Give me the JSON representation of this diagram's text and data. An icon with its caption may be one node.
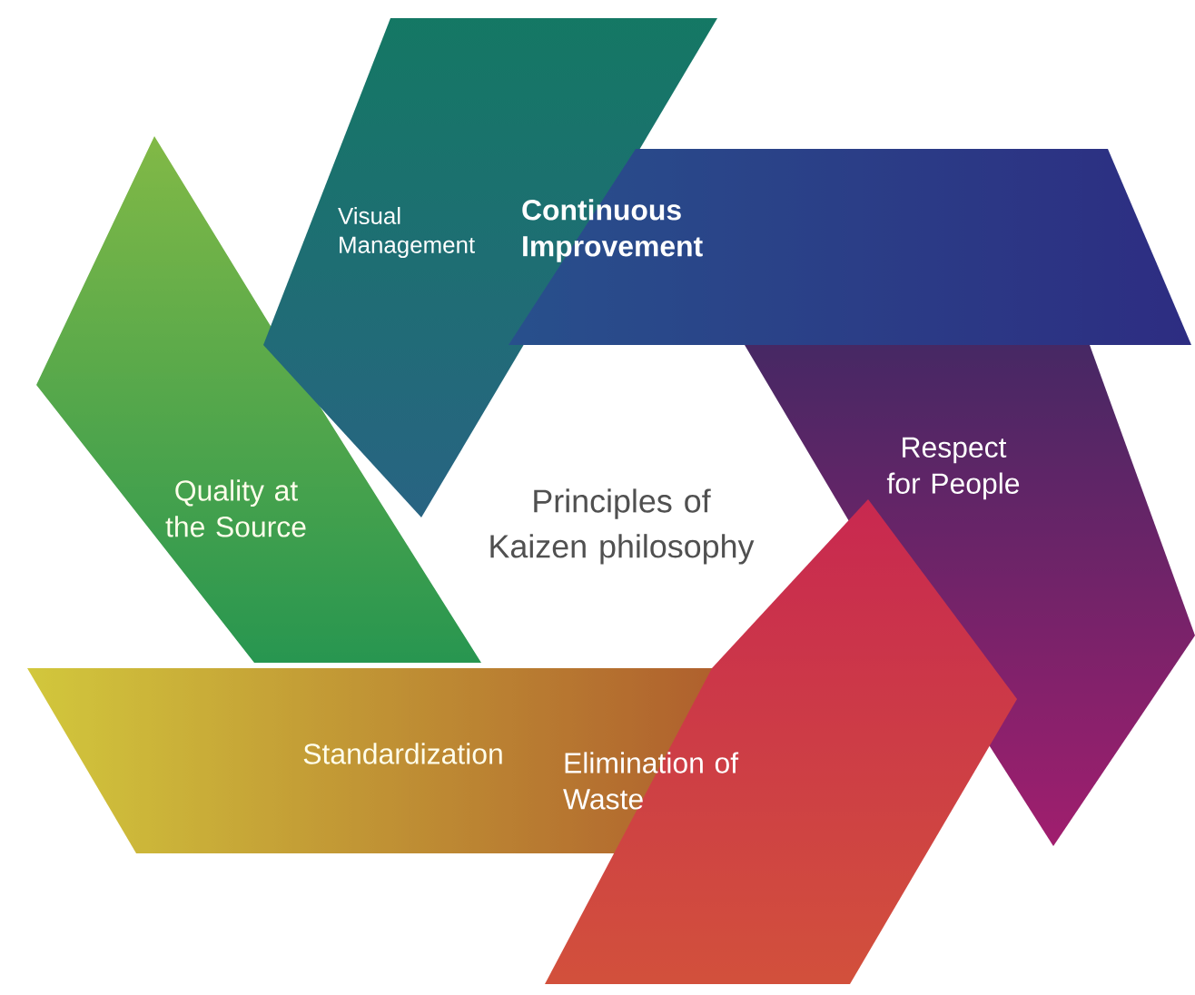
{
  "diagram": {
    "nodes": [
      {
        "text": [
          "Visual Management"
        ]
      },
      {
        "text": [
          "Continuous Improvement"
        ]
      },
      {
        "text": [
          "Respect for People"
        ]
      },
      {
        "text": [
          "Elimination of Waste"
        ]
      },
      {
        "text": [
          "Standardization"
        ]
      },
      {
        "text": [
          "Quality at the Source"
        ]
      }
    ],
    "labels": [
      "Principles of Kaizen philosophy"
    ]
  }
}
